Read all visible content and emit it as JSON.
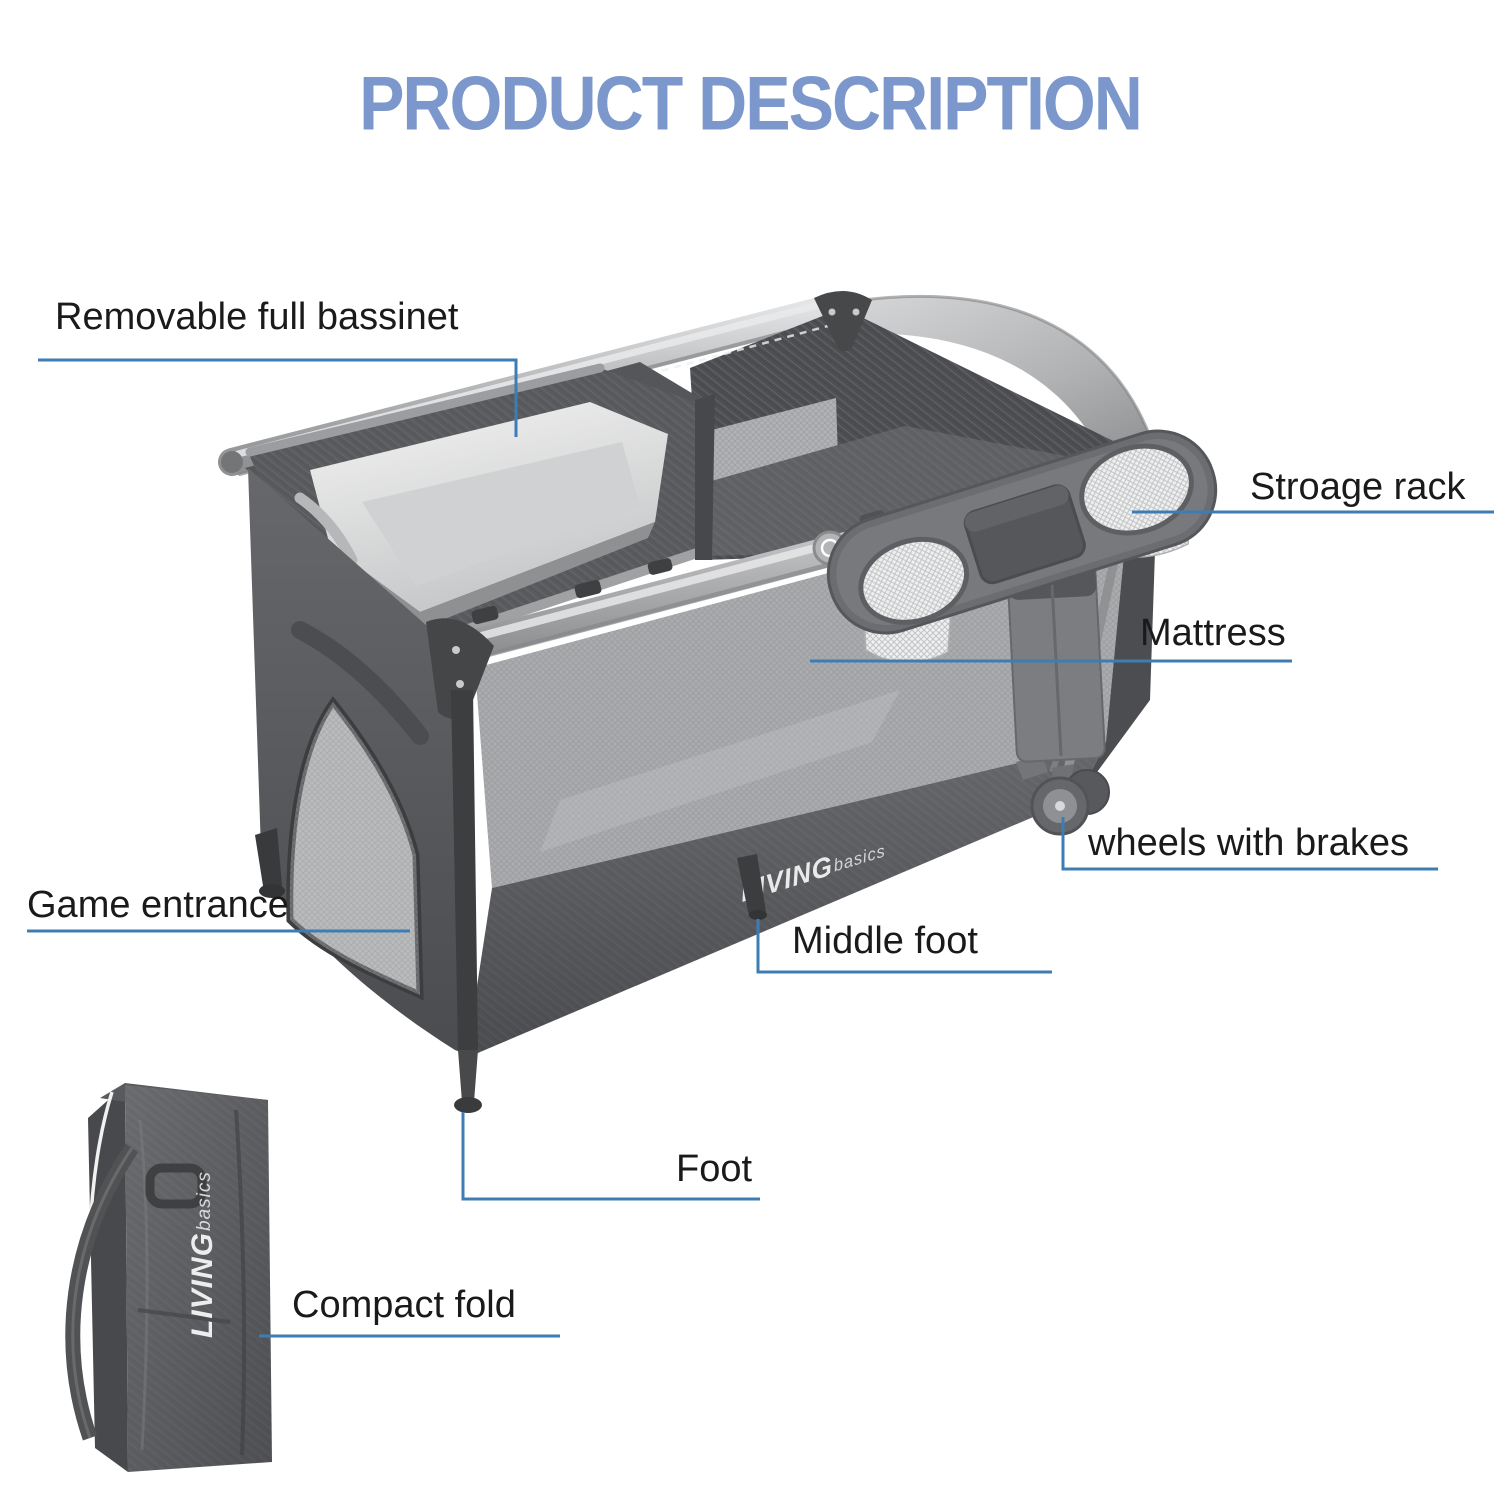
{
  "page": {
    "title": "PRODUCT DESCRIPTION"
  },
  "colors": {
    "title_blue": "#7b97cb",
    "callout_line_blue": "#3e7cb5",
    "label_text": "#1a1a1a",
    "product_gray_dark": "#55565a",
    "product_gray_light": "#c2c3c5"
  },
  "product": {
    "brand": {
      "primary": "LIVING",
      "secondary": "basics"
    },
    "bag_brand": {
      "primary": "LIVING",
      "secondary": "basics"
    }
  },
  "callouts": {
    "bassinet": {
      "label": "Removable full bassinet"
    },
    "storage_rack": {
      "label": "Stroage rack"
    },
    "mattress": {
      "label": "Mattress"
    },
    "wheels": {
      "label": "wheels with brakes"
    },
    "game_entrance": {
      "label": "Game entrance"
    },
    "middle_foot": {
      "label": "Middle foot"
    },
    "foot": {
      "label": "Foot"
    },
    "compact_fold": {
      "label": "Compact fold"
    }
  }
}
